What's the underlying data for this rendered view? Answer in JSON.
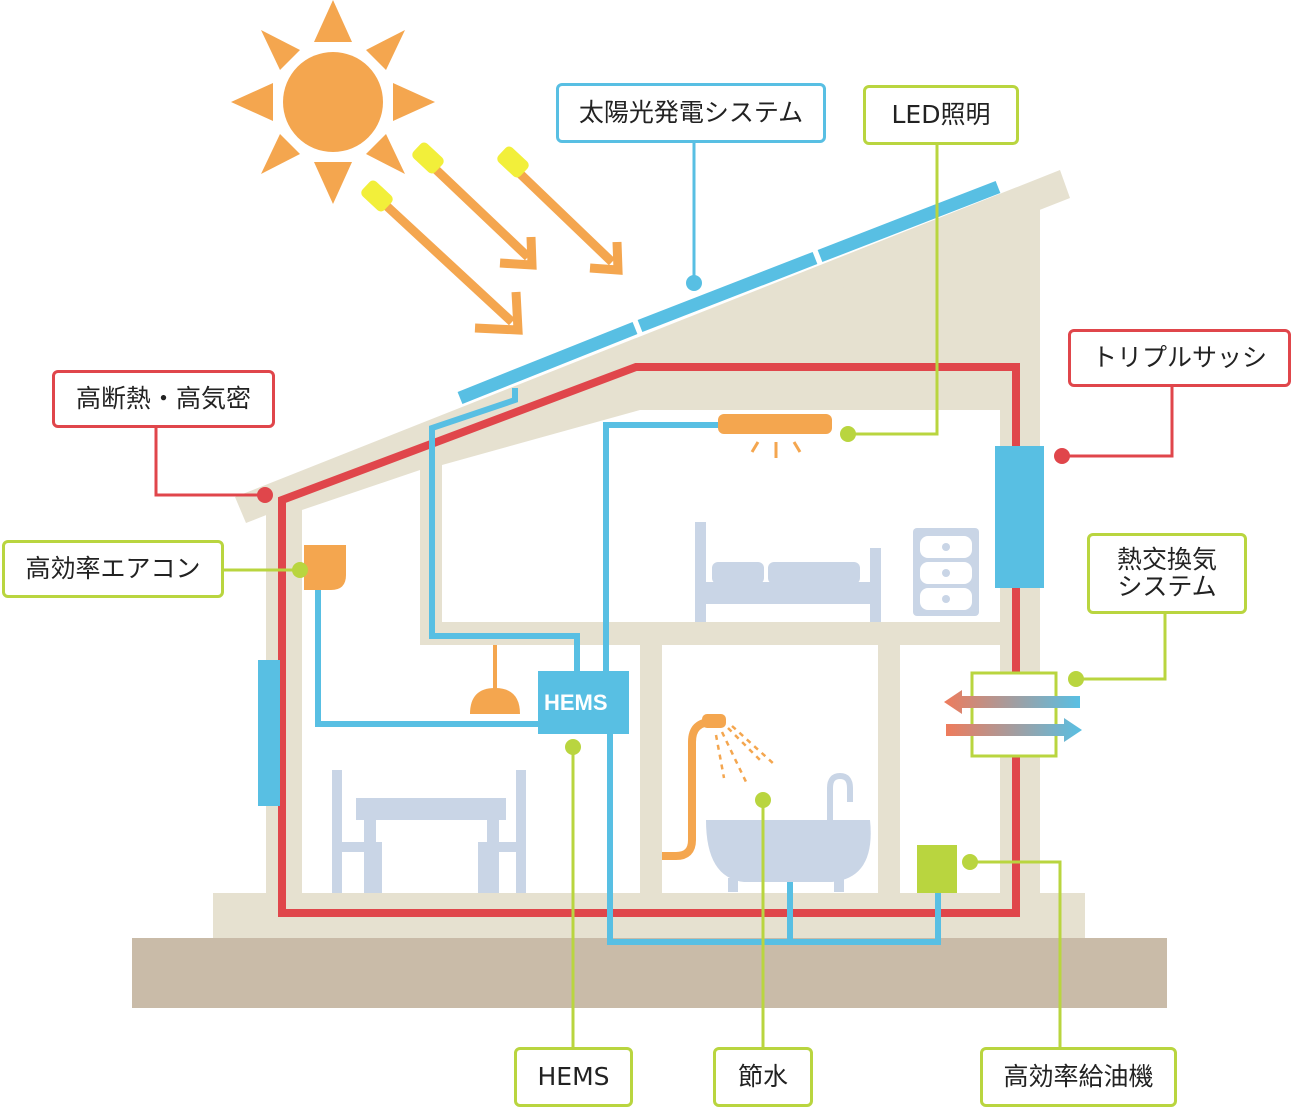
{
  "labels": {
    "solar": "太陽光発電システム",
    "led": "LED照明",
    "insulation": "高断熱・高気密",
    "triple_sash": "トリプルサッシ",
    "aircon": "高効率エアコン",
    "heat_exchange_line1": "熱交換気",
    "heat_exchange_line2": "システム",
    "hems": "HEMS",
    "water_saving": "節水",
    "water_heater": "高効率給油機"
  },
  "hems_unit_text": "HEMS",
  "colors": {
    "solar": "#58bfe3",
    "insulation": "#e0464b",
    "equipment": "#b9d53f",
    "sun": "#f4a64f",
    "house": "#e6e1d0",
    "ground": "#c9bba8"
  }
}
